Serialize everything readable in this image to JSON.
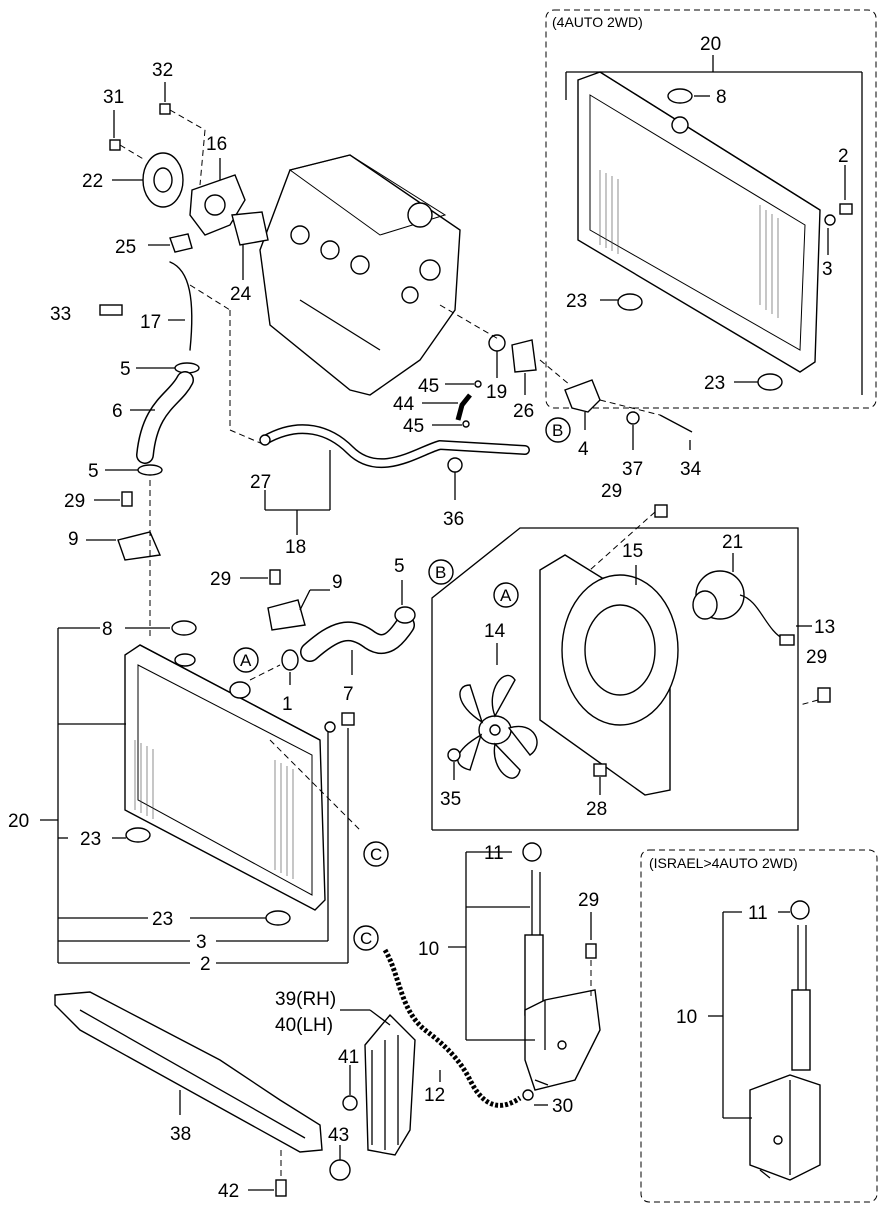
{
  "insets": {
    "top_right": {
      "title": "(4AUTO 2WD)"
    },
    "bottom_right": {
      "title": "(ISRAEL>4AUTO 2WD)"
    }
  },
  "callouts": {
    "A": "A",
    "B": "B",
    "C": "C"
  },
  "labels": {
    "p1": "1",
    "p2": "2",
    "p3": "3",
    "p4": "4",
    "p5": "5",
    "p6": "6",
    "p7": "7",
    "p8": "8",
    "p9": "9",
    "p10": "10",
    "p11": "11",
    "p12": "12",
    "p13": "13",
    "p14": "14",
    "p15": "15",
    "p16": "16",
    "p17": "17",
    "p18": "18",
    "p19": "19",
    "p20": "20",
    "p21": "21",
    "p22": "22",
    "p23": "23",
    "p24": "24",
    "p25": "25",
    "p26": "26",
    "p27": "27",
    "p28": "28",
    "p29": "29",
    "p30": "30",
    "p31": "31",
    "p32": "32",
    "p33": "33",
    "p34": "34",
    "p35": "35",
    "p36": "36",
    "p37": "37",
    "p38": "38",
    "p39": "39(RH)",
    "p40": "40(LH)",
    "p41": "41",
    "p42": "42",
    "p43": "43",
    "p44": "44",
    "p45": "45"
  }
}
